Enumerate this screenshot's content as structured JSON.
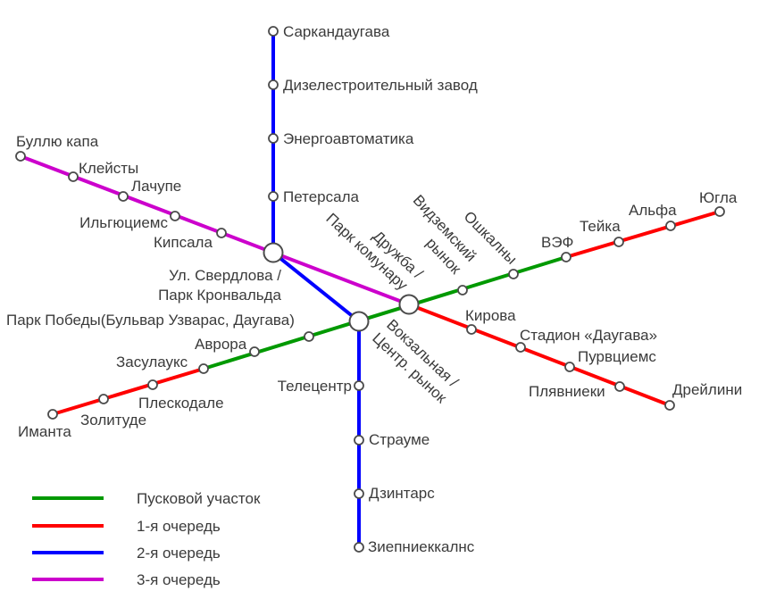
{
  "map_title": "Riga metro scheme",
  "text_color": "#3b3b3b",
  "background_color": "#ffffff",
  "lines": {
    "startup": "#009900",
    "first": "#ff0000",
    "second": "#0000ff",
    "third": "#cc00cc"
  },
  "legend": {
    "items": [
      {
        "label": "Пусковой участок",
        "color": "#009900"
      },
      {
        "label": "1-я очередь",
        "color": "#ff0000"
      },
      {
        "label": "2-я очередь",
        "color": "#0000ff"
      },
      {
        "label": "3-я очередь",
        "color": "#cc00cc"
      }
    ]
  },
  "stations": {
    "sarkandaugava": "Саркандаугава",
    "dizelestroitelny_zavod": "Дизелестроительный завод",
    "energoavtomatika": "Энергоавтоматика",
    "petersala": "Петерсала",
    "bullju_kapa": "Буллю капа",
    "kleisty": "Клейсты",
    "lachupe": "Лачупе",
    "ilguciems": "Ильгюциемс",
    "kipsala": "Кипсала",
    "sverdlova_line1": "Ул. Свердлова /",
    "sverdlova_line2": "Парк Кронвальда",
    "park_pobedy": "Парк Победы(Бульвар Узварас, Даугава)",
    "avrora": "Аврора",
    "zasulauks": "Засулаукс",
    "pleskodale": "Плескодале",
    "zolitude": "Золитуде",
    "imanta": "Иманта",
    "druzhba_line1": "Дружба /",
    "druzhba_line2": "Парк комунару",
    "vokzalnaya_line1": "Вокзальная /",
    "vokzalnaya_line2": "Центр. рынок",
    "vidzemsky_line1": "Видземский",
    "vidzemsky_line2": "рынок",
    "oshkalny": "Ошкалны",
    "vef": "ВЭФ",
    "teika": "Тейка",
    "alfa": "Альфа",
    "yugla": "Югла",
    "kirova": "Кирова",
    "stadion_daugava": "Стадион «Даугава»",
    "purvciems": "Пурвциемс",
    "plavnieki": "Плявниеки",
    "dreilini": "Дрейлини",
    "telecentr": "Телецентр",
    "straume": "Страуме",
    "dzintars": "Дзинтарс",
    "ziepniekkalns": "Зиепниеккалнс"
  }
}
